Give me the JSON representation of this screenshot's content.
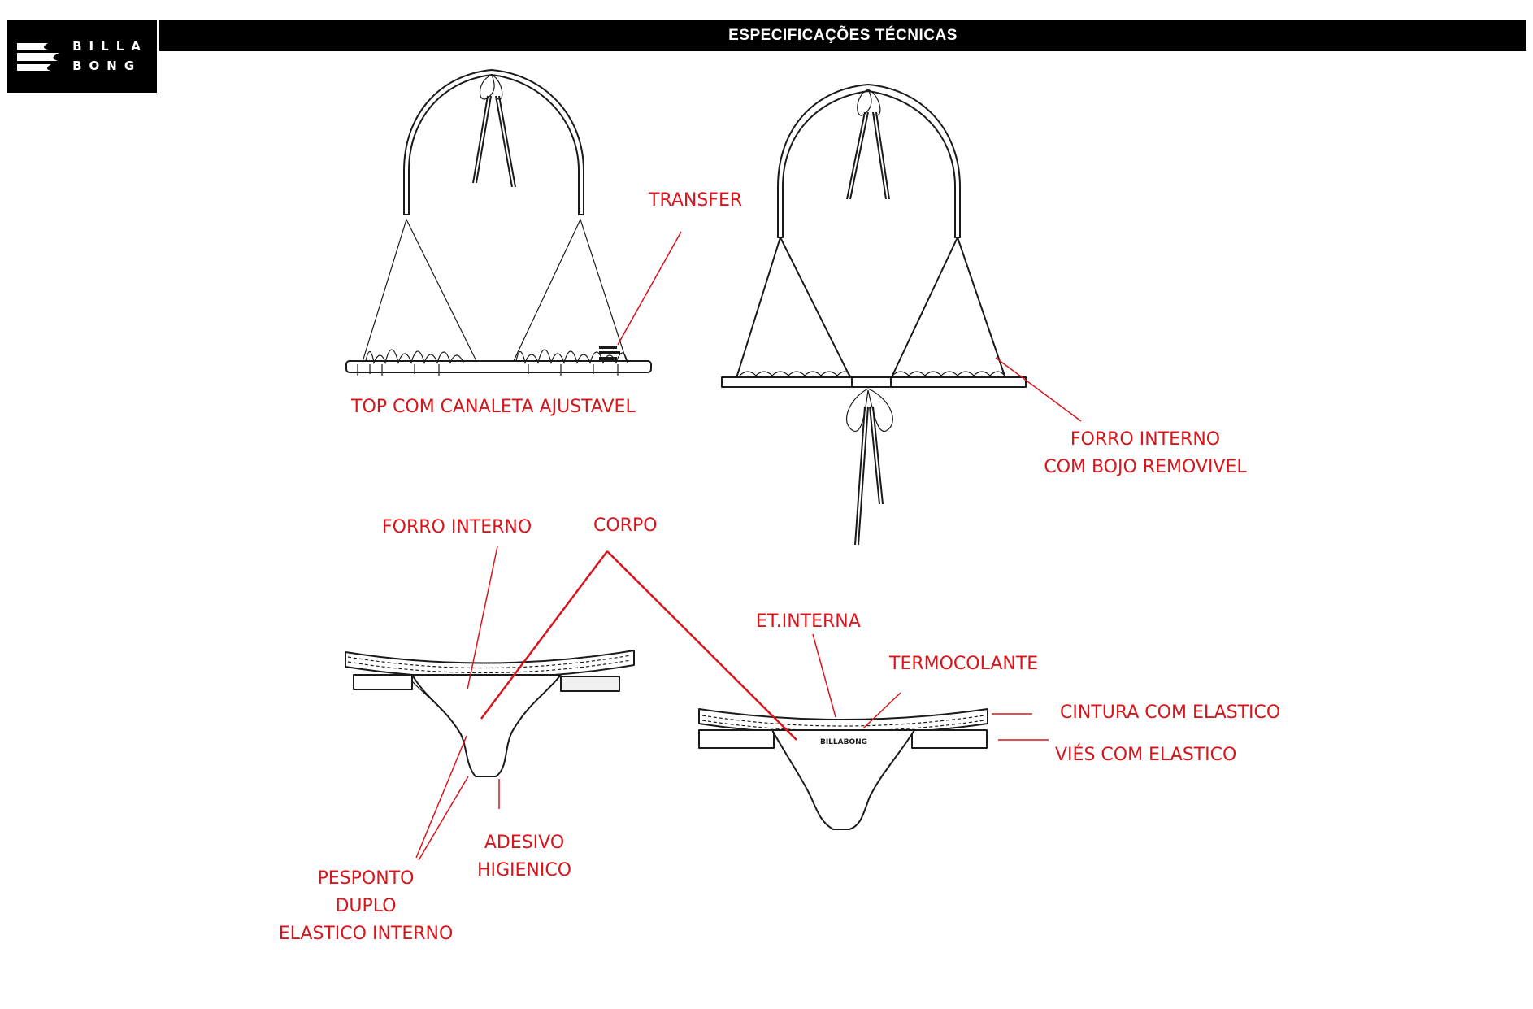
{
  "header": {
    "title": "ESPECIFICAÇÕES TÉCNICAS",
    "brand_line1": "BILLA",
    "brand_line2": "BONG"
  },
  "labels": {
    "transfer": "TRANSFER",
    "top_canaleta": "TOP COM CANALETA AJUSTAVEL",
    "forro_bojo_line1": "FORRO INTERNO",
    "forro_bojo_line2": "COM BOJO REMOVIVEL",
    "forro_interno": "FORRO INTERNO",
    "corpo": "CORPO",
    "et_interna": "ET.INTERNA",
    "termocolante": "TERMOCOLANTE",
    "cintura": "CINTURA COM ELASTICO",
    "vies": "VIÉS COM ELASTICO",
    "adesivo_line1": "ADESIVO",
    "adesivo_line2": "HIGIENICO",
    "pesponto_line1": "PESPONTO",
    "pesponto_line2": "DUPLO",
    "pesponto_line3": "ELASTICO INTERNO"
  },
  "garment_tag": "BILLABONG",
  "colors": {
    "header_bg": "#000000",
    "annotation_red": "#d9141a",
    "line": "#1a1a1a"
  }
}
